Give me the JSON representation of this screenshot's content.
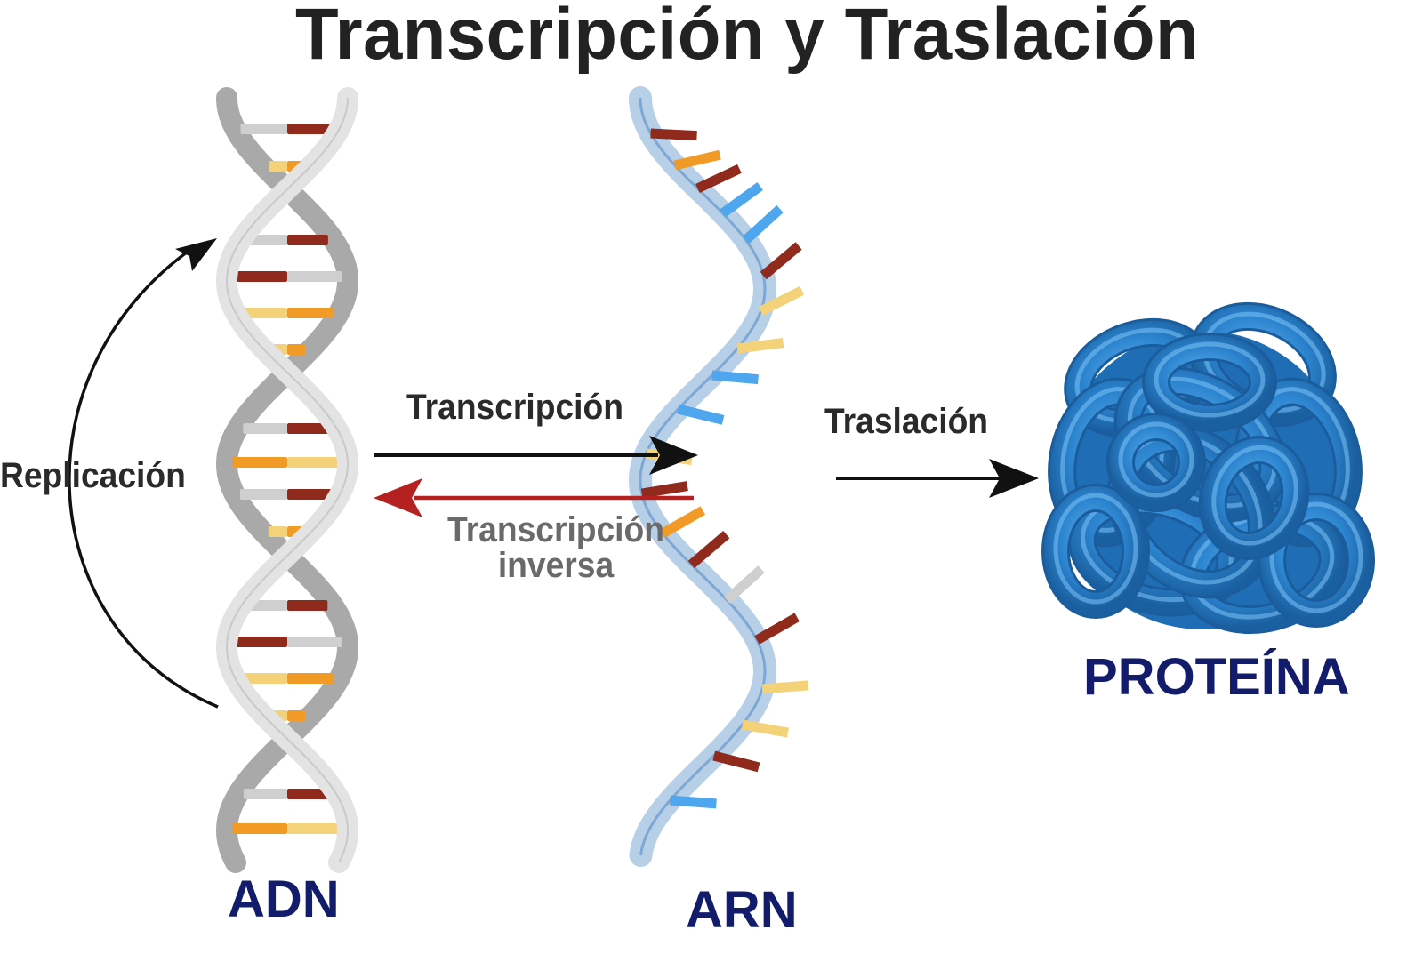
{
  "title": "Transcripción y Traslación",
  "labels": {
    "replication": "Replicación",
    "transcription": "Transcripción",
    "reverse_transcription_line1": "Transcripción",
    "reverse_transcription_line2": "inversa",
    "translation": "Traslación"
  },
  "molecules": {
    "dna": "ADN",
    "rna": "ARN",
    "protein": "PROTEÍNA"
  },
  "colors": {
    "title": "#222222",
    "molecule_label": "#121c6b",
    "forward_arrow": "#111111",
    "reverse_arrow": "#b52020",
    "dna_backbone": "#d6d6d6",
    "rna_backbone": "#8fb3d9",
    "protein": "#2f86cf",
    "base_dark_red": "#8f2a1c",
    "base_orange": "#f29a26",
    "base_yellow": "#f4d27a",
    "base_gray": "#cfcfcf",
    "base_blue": "#4ea6ee"
  },
  "icons": [
    "dna-double-helix-icon",
    "rna-single-strand-icon",
    "protein-blob-icon"
  ]
}
